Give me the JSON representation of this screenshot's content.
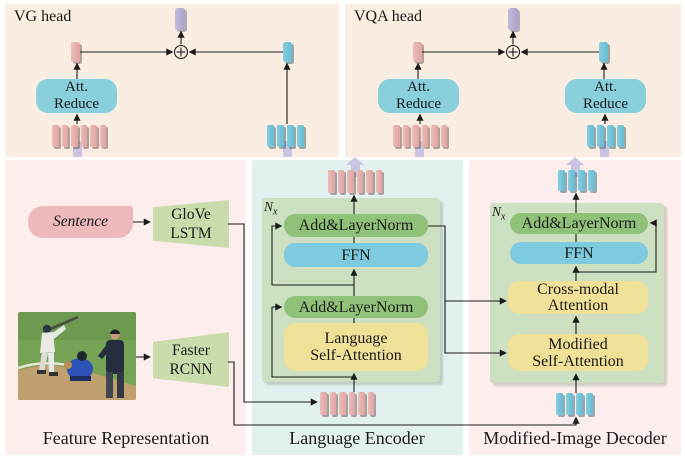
{
  "figure": {
    "type": "model-architecture-diagram",
    "colors": {
      "head_panel_bg": "#faeee2",
      "pink_panel_bg": "#fdeeee",
      "cyan_panel_bg": "#e2f1ef",
      "transformer_block_bg": "#cde0c2",
      "layernorm_box": "#90c178",
      "ffn_box": "#7ecadf",
      "attention_box": "#f0e198",
      "att_reduce_box": "#89cfdc",
      "text_token": "#e3aeab",
      "image_token": "#74c3d8",
      "fused_vector": "#b7b1d5",
      "line": "#1c1c1c"
    }
  },
  "vg_head": {
    "title": "VG head",
    "att_reduce_line1": "Att.",
    "att_reduce_line2": "Reduce"
  },
  "vqa_head": {
    "title": "VQA head",
    "att_reduce_left_line1": "Att.",
    "att_reduce_left_line2": "Reduce",
    "att_reduce_right_line1": "Att.",
    "att_reduce_right_line2": "Reduce"
  },
  "feature_panel": {
    "caption": "Feature Representation",
    "sentence_label": "Sentence",
    "glove_line1": "GloVe",
    "glove_line2": "LSTM",
    "faster_line1": "Faster",
    "faster_line2": "RCNN"
  },
  "encoder_panel": {
    "caption": "Language Encoder",
    "repeat_label": "N",
    "repeat_sub": "x",
    "add_layernorm_top": "Add&LayerNorm",
    "ffn": "FFN",
    "add_layernorm_bottom": "Add&LayerNorm",
    "self_attention_line1": "Language",
    "self_attention_line2": "Self-Attention"
  },
  "decoder_panel": {
    "caption": "Modified-Image Decoder",
    "repeat_label": "N",
    "repeat_sub": "x",
    "add_layernorm": "Add&LayerNorm",
    "ffn": "FFN",
    "cross_attention_line1": "Cross-modal",
    "cross_attention_line2": "Attention",
    "self_attention_line1": "Modified",
    "self_attention_line2": "Self-Attention"
  }
}
